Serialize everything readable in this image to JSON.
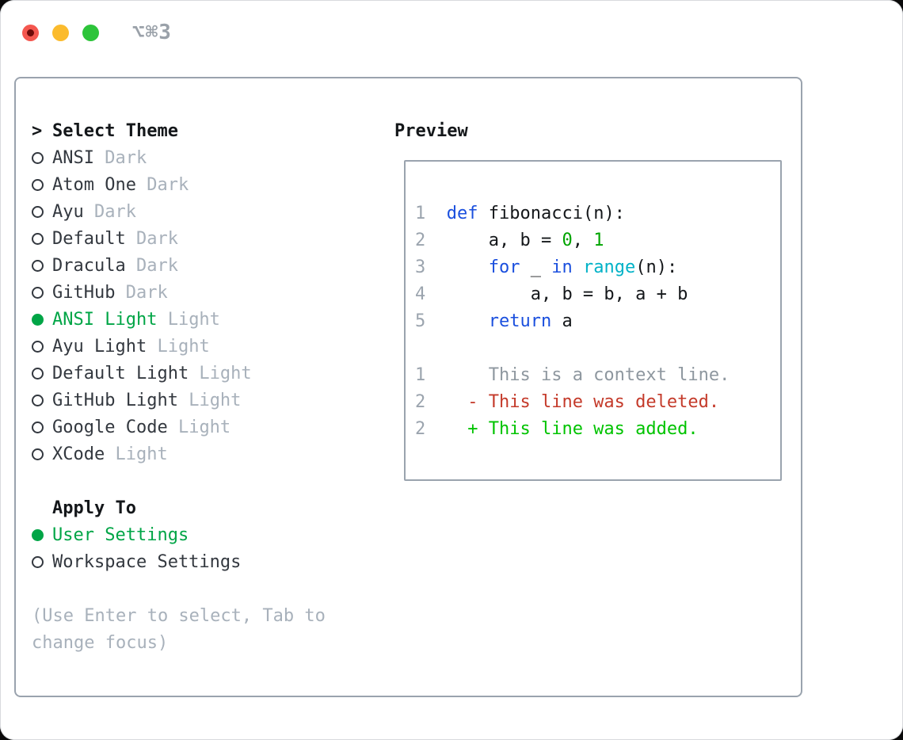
{
  "window": {
    "hotkey": "⌥⌘3"
  },
  "theme_selector": {
    "prompt": ">",
    "title": "Select Theme",
    "items": [
      {
        "name": "ANSI",
        "variant": "Dark",
        "selected": false
      },
      {
        "name": "Atom One",
        "variant": "Dark",
        "selected": false
      },
      {
        "name": "Ayu",
        "variant": "Dark",
        "selected": false
      },
      {
        "name": "Default",
        "variant": "Dark",
        "selected": false
      },
      {
        "name": "Dracula",
        "variant": "Dark",
        "selected": false
      },
      {
        "name": "GitHub",
        "variant": "Dark",
        "selected": false
      },
      {
        "name": "ANSI Light",
        "variant": "Light",
        "selected": true
      },
      {
        "name": "Ayu Light",
        "variant": "Light",
        "selected": false
      },
      {
        "name": "Default Light",
        "variant": "Light",
        "selected": false
      },
      {
        "name": "GitHub Light",
        "variant": "Light",
        "selected": false
      },
      {
        "name": "Google Code",
        "variant": "Light",
        "selected": false
      },
      {
        "name": "XCode",
        "variant": "Light",
        "selected": false
      }
    ]
  },
  "apply_to": {
    "title": "Apply To",
    "options": [
      {
        "label": "User Settings",
        "selected": true
      },
      {
        "label": "Workspace Settings",
        "selected": false
      }
    ]
  },
  "help": {
    "line1": "(Use Enter to select, Tab to",
    "line2": "change focus)"
  },
  "preview": {
    "title": "Preview",
    "code_lines": [
      {
        "num": "1",
        "segments": [
          {
            "t": "def",
            "c": "keyword"
          },
          {
            "t": " fibonacci(n):",
            "c": "plain"
          }
        ]
      },
      {
        "num": "2",
        "segments": [
          {
            "t": "    a, b = ",
            "c": "plain"
          },
          {
            "t": "0",
            "c": "literal"
          },
          {
            "t": ", ",
            "c": "plain"
          },
          {
            "t": "1",
            "c": "literal"
          }
        ]
      },
      {
        "num": "3",
        "segments": [
          {
            "t": "    ",
            "c": "plain"
          },
          {
            "t": "for",
            "c": "keyword"
          },
          {
            "t": " _ ",
            "c": "plain"
          },
          {
            "t": "in",
            "c": "keyword"
          },
          {
            "t": " ",
            "c": "plain"
          },
          {
            "t": "range",
            "c": "builtin"
          },
          {
            "t": "(n):",
            "c": "plain"
          }
        ]
      },
      {
        "num": "4",
        "segments": [
          {
            "t": "        a, b = b, a + b",
            "c": "plain"
          }
        ]
      },
      {
        "num": "5",
        "segments": [
          {
            "t": "    ",
            "c": "plain"
          },
          {
            "t": "return",
            "c": "keyword"
          },
          {
            "t": " a",
            "c": "plain"
          }
        ]
      },
      {
        "num": "",
        "segments": []
      },
      {
        "num": "1",
        "segments": [
          {
            "t": "    This is a context line.",
            "c": "context"
          }
        ]
      },
      {
        "num": "2",
        "segments": [
          {
            "t": "  - This line was deleted.",
            "c": "deleted"
          }
        ]
      },
      {
        "num": "2",
        "segments": [
          {
            "t": "  + This line was added.",
            "c": "added"
          }
        ]
      }
    ]
  },
  "colors": {
    "accent": "#00a546",
    "muted": "#a8b1bb",
    "text_dark": "#33383f",
    "text_black": "#14171a",
    "border": "#9aa3ae",
    "ln": "#9ba4ae",
    "keyword": "#1a4fde",
    "builtin": "#00b2c7",
    "literal": "#00a400",
    "context": "#8e979f",
    "deleted": "#c43a2a",
    "added": "#00c300",
    "traffic_red": "#f4574f",
    "traffic_red_dot": "#6e0b09",
    "traffic_yellow": "#fbbb2d",
    "traffic_green": "#2dc43a",
    "hotkey": "#9aa1a9"
  }
}
